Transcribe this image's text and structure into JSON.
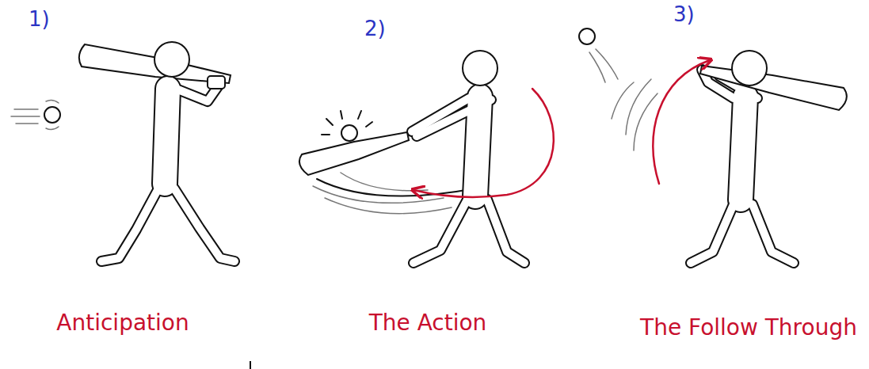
{
  "diagram": {
    "labels": [
      "1)",
      "2)",
      "3)",
      "Anticipation",
      "The Action",
      "The Follow Through"
    ]
  }
}
